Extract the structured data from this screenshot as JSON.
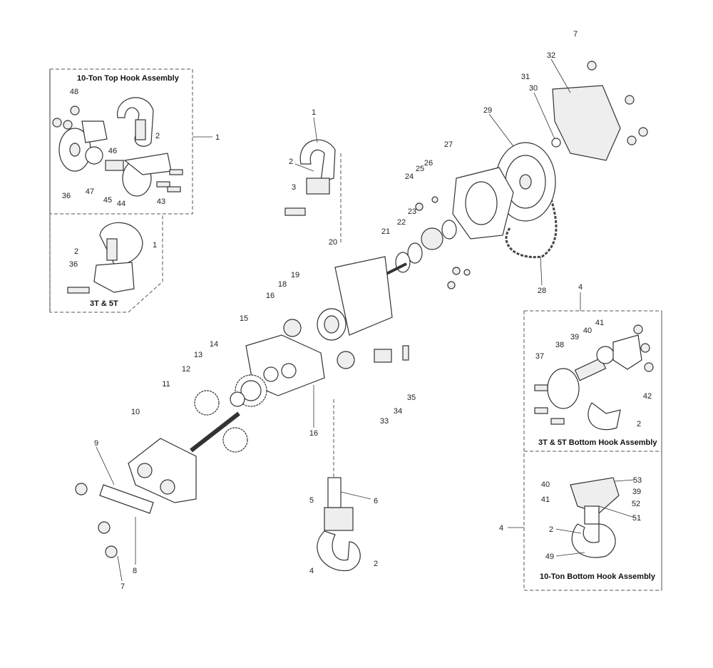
{
  "titles": {
    "top_hook_10t": "10-Ton Top Hook Assembly",
    "top_hook_3t5t": "3T & 5T",
    "bottom_hook_3t5t": "3T & 5T Bottom Hook Assembly",
    "bottom_hook_10t": "10-Ton Bottom Hook Assembly"
  },
  "callouts": [
    "48",
    "2",
    "1",
    "46",
    "36",
    "47",
    "45",
    "44",
    "43",
    "2",
    "1",
    "36",
    "1",
    "2",
    "3",
    "20",
    "21",
    "22",
    "23",
    "24",
    "25",
    "26",
    "27",
    "29",
    "30",
    "31",
    "32",
    "7",
    "28",
    "19",
    "18",
    "16",
    "15",
    "14",
    "13",
    "12",
    "11",
    "10",
    "9",
    "16",
    "33",
    "34",
    "35",
    "6",
    "5",
    "4",
    "2",
    "8",
    "7",
    "4",
    "37",
    "38",
    "39",
    "40",
    "41",
    "42",
    "2",
    "40",
    "41",
    "53",
    "39",
    "52",
    "51",
    "2",
    "49",
    "4"
  ]
}
